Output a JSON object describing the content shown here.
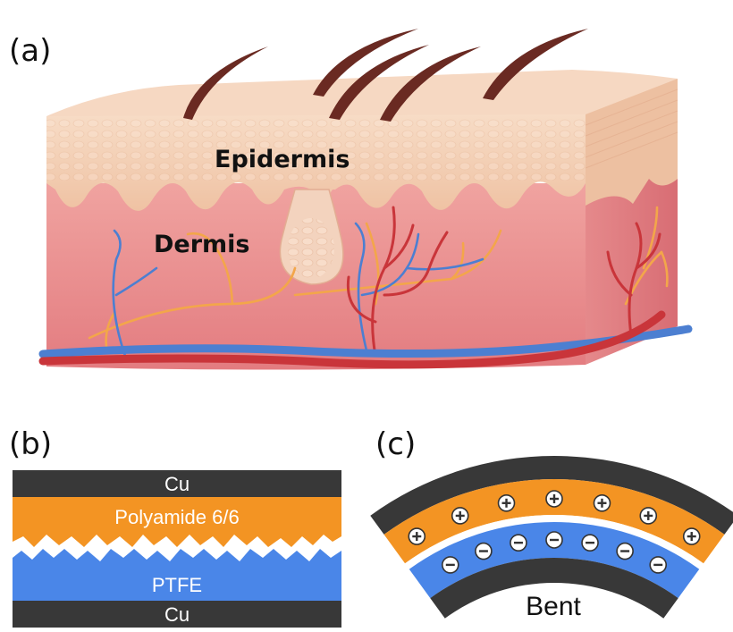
{
  "panels": {
    "a": "(a)",
    "b": "(b)",
    "c": "(c)"
  },
  "skin": {
    "epidermis": "Epidermis",
    "dermis": "Dermis"
  },
  "stack": {
    "top_electrode": "Cu",
    "top_layer": "Polyamide 6/6",
    "bottom_layer": "PTFE",
    "bottom_electrode": "Cu"
  },
  "bent": {
    "label": "Bent",
    "positive_charges": 7,
    "negative_charges": 7
  },
  "colors": {
    "electrode": "#383838",
    "polyamide": "#F39423",
    "ptfe": "#4A86E8",
    "epidermis": "#F1C6A6",
    "dermis": "#E98A8A",
    "artery": "#C9353A",
    "vein": "#4C7FD1",
    "nerve": "#F3A64A"
  }
}
